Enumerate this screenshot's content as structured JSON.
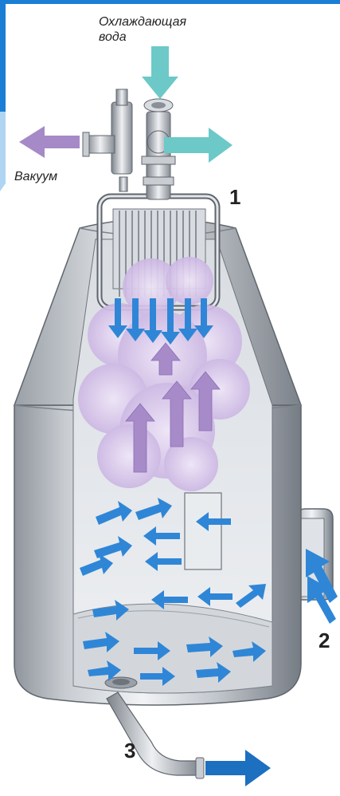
{
  "labels": {
    "cooling_water_line1": "Охлаждающая",
    "cooling_water_line2": "вода",
    "vacuum": "Вакуум",
    "callout_1": "1",
    "callout_2": "2",
    "callout_3": "3"
  },
  "colors": {
    "frame_accent": "#1a7fd4",
    "steel_light": "#e6e9ed",
    "steel_mid": "#b7bcc3",
    "steel_dark": "#6e747c",
    "steam": "#cdb8e4",
    "steam_arrow": "#a78bc9",
    "flow_arrow": "#2f86d6",
    "cooling_water": "#6cc9c8",
    "vacuum_arrow": "#a68ac7"
  },
  "icons": {
    "water_in": "arrow-down-icon",
    "water_out": "arrow-right-icon",
    "vacuum_out": "arrow-left-icon",
    "feed_in": "arrow-up-left-icon",
    "product_out": "arrow-right-icon"
  }
}
